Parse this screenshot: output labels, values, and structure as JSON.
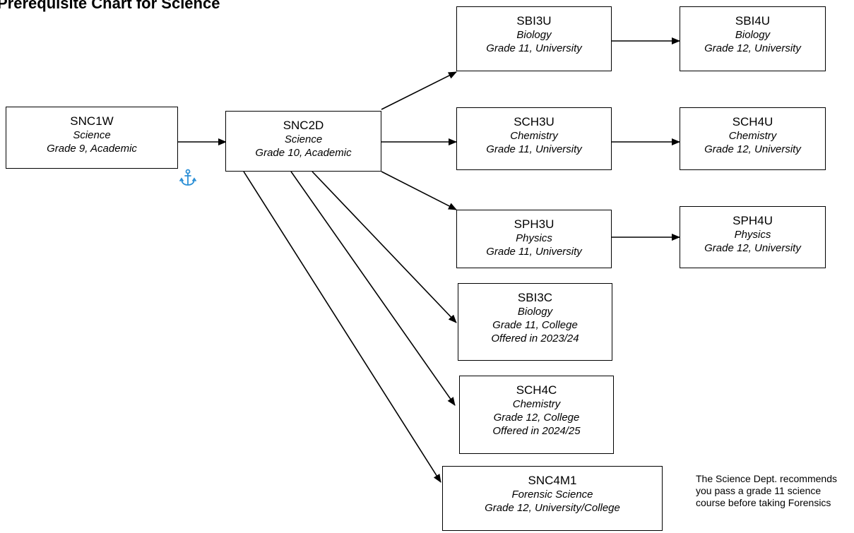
{
  "title": "Prerequisite Chart for Science",
  "courses": {
    "snc1w": {
      "code": "SNC1W",
      "subject": "Science",
      "level": "Grade 9, Academic"
    },
    "snc2d": {
      "code": "SNC2D",
      "subject": "Science",
      "level": "Grade 10, Academic"
    },
    "sbi3u": {
      "code": "SBI3U",
      "subject": "Biology",
      "level": "Grade 11, University"
    },
    "sbi4u": {
      "code": "SBI4U",
      "subject": "Biology",
      "level": "Grade 12, University"
    },
    "sch3u": {
      "code": "SCH3U",
      "subject": "Chemistry",
      "level": "Grade 11, University"
    },
    "sch4u": {
      "code": "SCH4U",
      "subject": "Chemistry",
      "level": "Grade 12, University"
    },
    "sph3u": {
      "code": "SPH3U",
      "subject": "Physics",
      "level": "Grade 11, University"
    },
    "sph4u": {
      "code": "SPH4U",
      "subject": "Physics",
      "level": "Grade 12, University"
    },
    "sbi3c": {
      "code": "SBI3C",
      "subject": "Biology",
      "level": "Grade 11, College",
      "offered": "Offered in 2023/24"
    },
    "sch4c": {
      "code": "SCH4C",
      "subject": "Chemistry",
      "level": "Grade 12, College",
      "offered": "Offered in 2024/25"
    },
    "snc4m1": {
      "code": "SNC4M1",
      "subject": "Forensic Science",
      "level": "Grade 12, University/College"
    }
  },
  "note": "The Science Dept. recommends you pass a grade 11 science course before taking Forensics",
  "icons": {
    "anchor": "anchor-icon",
    "anchor_color": "#2b8fd6"
  }
}
